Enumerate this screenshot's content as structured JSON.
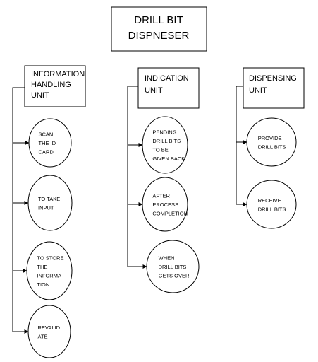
{
  "title": {
    "lines": [
      "DRILL BIT",
      "DISPNESER"
    ]
  },
  "units": [
    {
      "id": "information",
      "label_lines": [
        "INFORMATION",
        "HANDLING",
        "UNIT"
      ],
      "items": [
        {
          "lines": [
            "SCAN",
            "THE ID",
            "CARD"
          ]
        },
        {
          "lines": [
            "TO TAKE",
            "INPUT"
          ]
        },
        {
          "lines": [
            "TO STORE",
            "THE",
            "INFORMA",
            "TION"
          ]
        },
        {
          "lines": [
            "REVALID",
            "ATE"
          ]
        }
      ]
    },
    {
      "id": "indication",
      "label_lines": [
        "INDICATION",
        "UNIT"
      ],
      "items": [
        {
          "lines": [
            "PENDING",
            "DRILL BITS",
            "TO BE",
            "GIVEN BACK"
          ]
        },
        {
          "lines": [
            "AFTER",
            "PROCESS",
            "COMPLETION"
          ]
        },
        {
          "lines": [
            "WHEN",
            "DRILL BITS",
            "GETS OVER"
          ]
        }
      ]
    },
    {
      "id": "dispensing",
      "label_lines": [
        "DISPENSING",
        "UNIT"
      ],
      "items": [
        {
          "lines": [
            "PROVIDE",
            "DRILL BITS"
          ]
        },
        {
          "lines": [
            "RECEIVE",
            "DRILL BITS"
          ]
        }
      ]
    }
  ],
  "colors": {
    "stroke": "#000000",
    "fill": "#ffffff",
    "text": "#000000"
  }
}
